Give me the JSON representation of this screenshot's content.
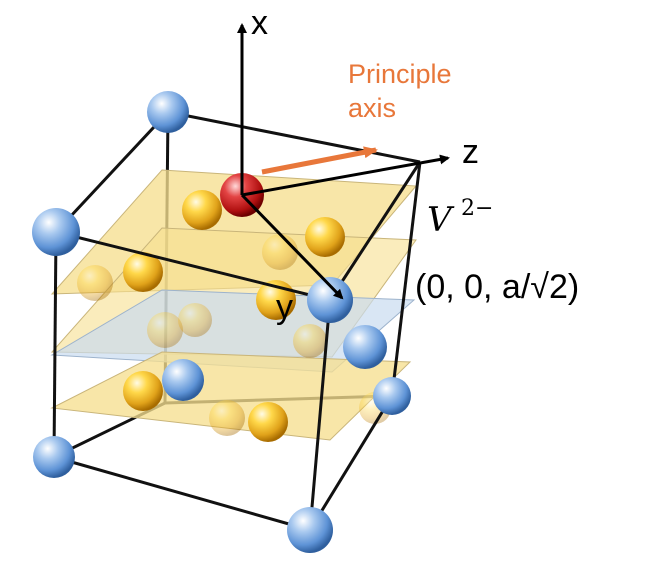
{
  "axes": {
    "x_label": "x",
    "y_label": "y",
    "z_label": "z"
  },
  "annotation": {
    "principle_line1": "Principle",
    "principle_line2": "axis",
    "principle_color": "#e8773a"
  },
  "vacancy": {
    "symbol": "V",
    "charge": "2−",
    "position": "(0, 0, a/√2)"
  },
  "colors": {
    "corner_atom": "#6ea3dd",
    "gold_atom": "#e0a21a",
    "central_atom": "#cf1f1f",
    "plane_yellow": "#f6df8f",
    "plane_blue": "#c9dbf0"
  }
}
